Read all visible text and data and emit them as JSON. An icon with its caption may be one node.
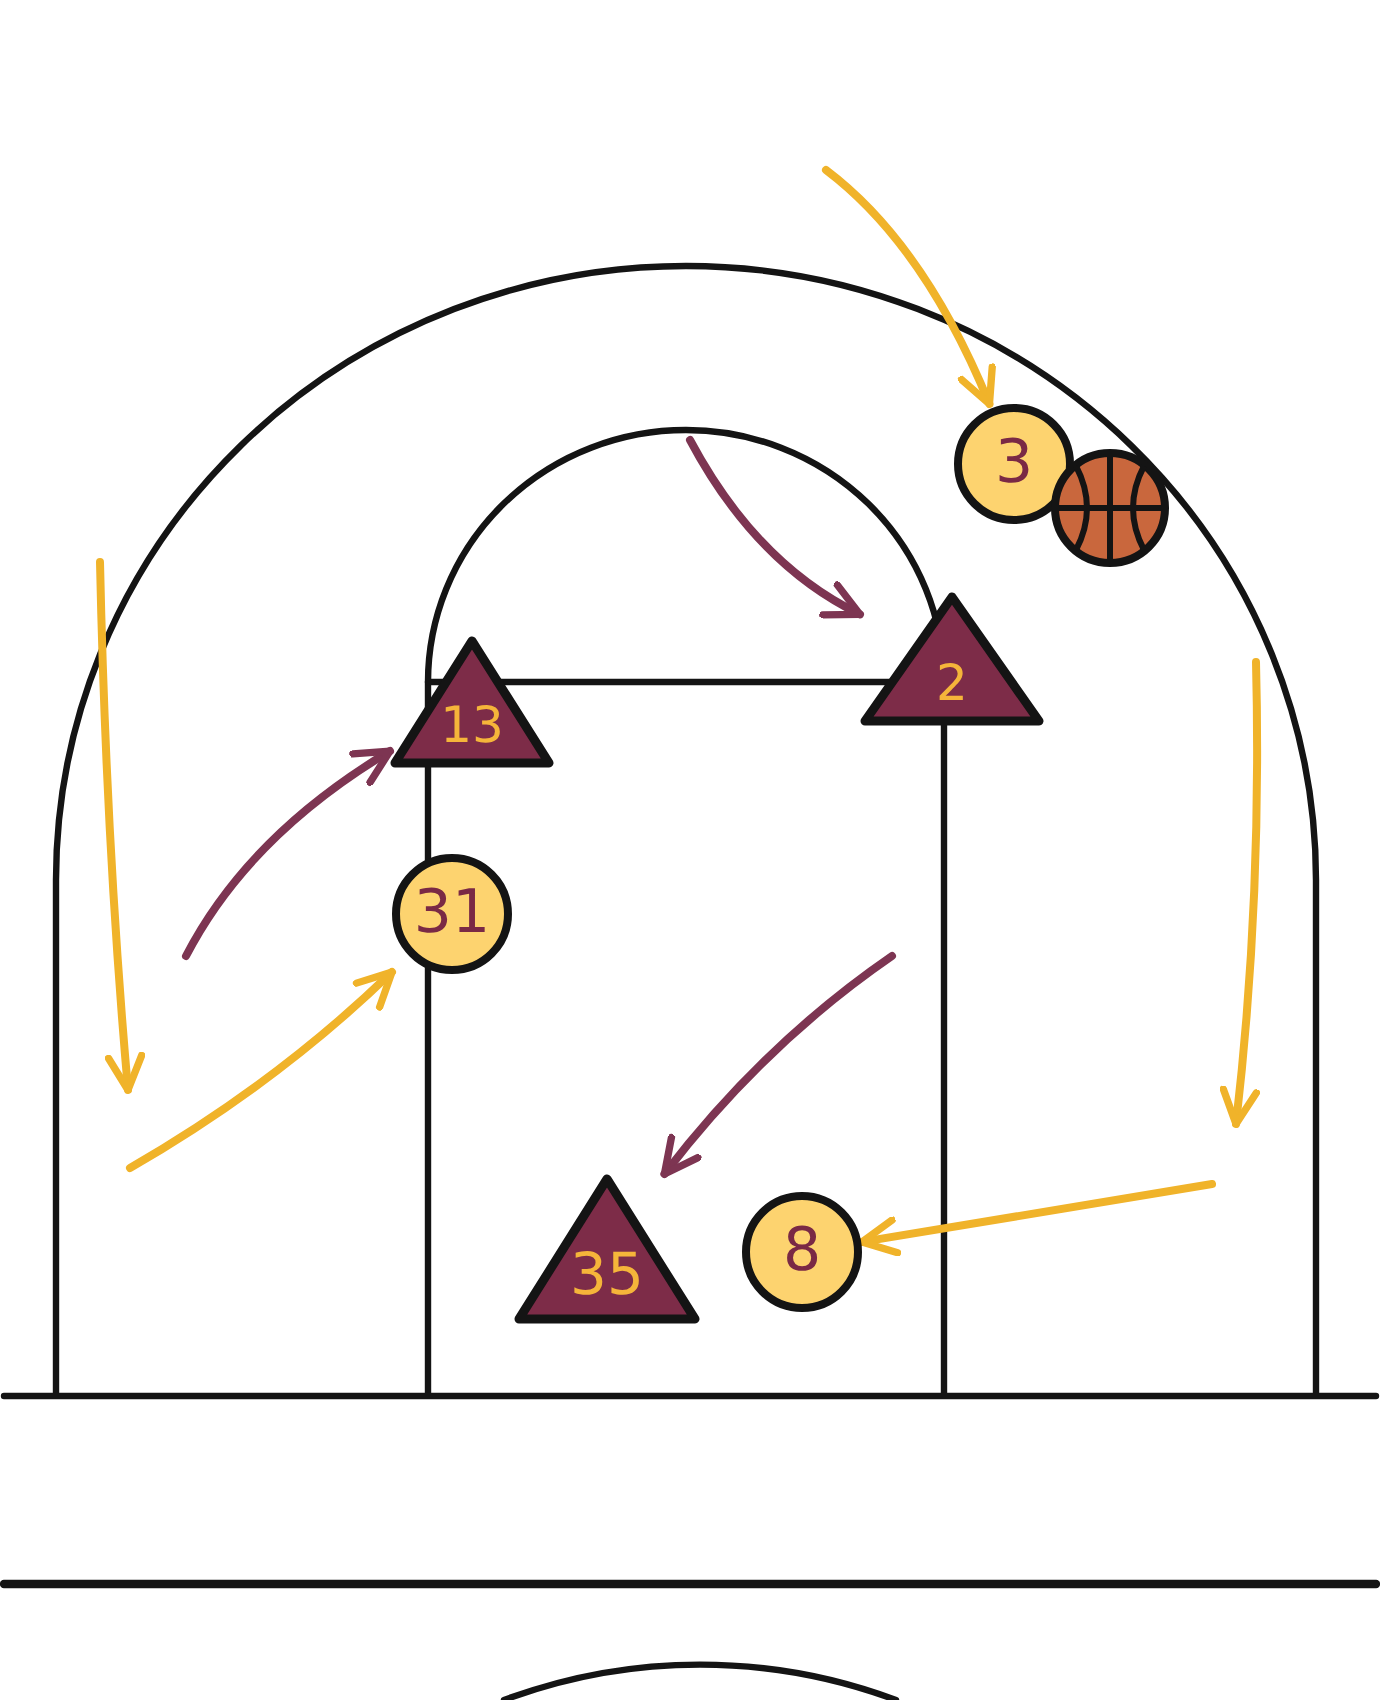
{
  "diagram": {
    "nodes": [
      {
        "text": [
          "3"
        ]
      },
      {
        "text": [
          "2"
        ]
      },
      {
        "text": [
          "13"
        ]
      },
      {
        "text": [
          "31"
        ]
      },
      {
        "text": [
          "35"
        ]
      },
      {
        "text": [
          "8"
        ]
      }
    ],
    "edges": [
      {
        "from": null,
        "to": 0,
        "arrow": "to",
        "color": "#f0b32a"
      },
      {
        "from": null,
        "to": 1,
        "arrow": "to",
        "color": "#7d3552"
      },
      {
        "from": null,
        "to": 2,
        "arrow": "to",
        "color": "#7d3552"
      },
      {
        "from": null,
        "to": 3,
        "arrow": "to",
        "color": "#f0b32a"
      },
      {
        "from": null,
        "to": 4,
        "arrow": "to",
        "color": "#7d3552"
      },
      {
        "from": null,
        "to": 5,
        "arrow": "to",
        "color": "#f0b32a"
      }
    ]
  }
}
